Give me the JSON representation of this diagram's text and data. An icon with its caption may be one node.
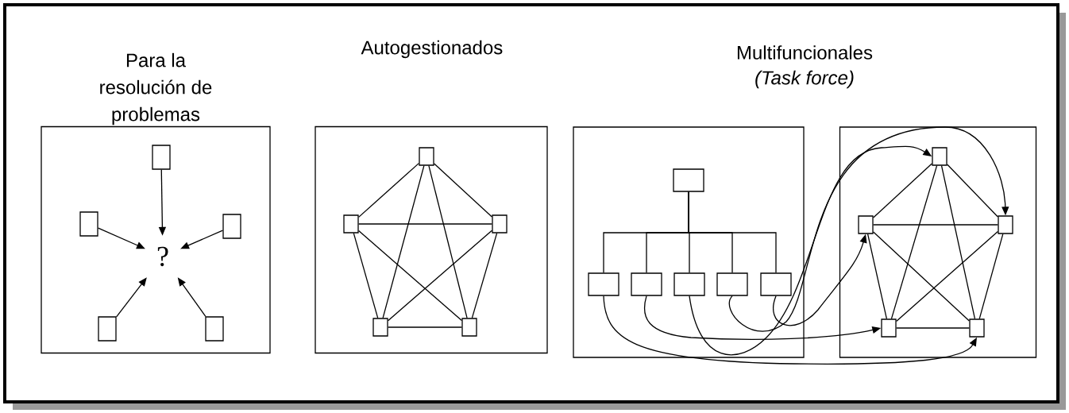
{
  "diagram": {
    "nodes": [
      {
        "text": [
          "Para la resolución de problemas"
        ]
      },
      {
        "text": [],
        "shape": "box",
        "in": 0
      },
      {
        "text": [],
        "shape": "box",
        "in": 0
      },
      {
        "text": [
          "?"
        ],
        "in": 0
      },
      {
        "text": [],
        "shape": "box",
        "in": 0
      },
      {
        "text": [],
        "shape": "box",
        "in": 0
      },
      {
        "text": [],
        "shape": "box",
        "in": 0
      },
      {
        "text": [
          "Autogestionados"
        ]
      },
      {
        "text": [],
        "shape": "box",
        "in": 7
      },
      {
        "text": [],
        "shape": "box",
        "in": 7
      },
      {
        "text": [],
        "shape": "box",
        "in": 7
      },
      {
        "text": [],
        "shape": "box",
        "in": 7
      },
      {
        "text": [],
        "shape": "box",
        "in": 7
      },
      {
        "text": [],
        "shape": "box"
      },
      {
        "text": [],
        "shape": "box",
        "in": 13
      },
      {
        "text": [],
        "shape": "box",
        "in": 13
      },
      {
        "text": [],
        "shape": "box",
        "in": 13
      },
      {
        "text": [],
        "shape": "box",
        "in": 13
      },
      {
        "text": [],
        "shape": "box",
        "in": 13
      },
      {
        "text": [],
        "shape": "box",
        "in": 13
      },
      {
        "text": [],
        "shape": "box"
      },
      {
        "text": [],
        "shape": "box",
        "in": 20
      },
      {
        "text": [],
        "shape": "box",
        "in": 20
      },
      {
        "text": [],
        "shape": "box",
        "in": 20
      },
      {
        "text": [],
        "shape": "box",
        "in": 20
      },
      {
        "text": [],
        "shape": "box",
        "in": 20
      }
    ],
    "edges": [
      {
        "from": 1,
        "to": 3,
        "arrow": "to"
      },
      {
        "from": 2,
        "to": 3,
        "arrow": "to"
      },
      {
        "from": 4,
        "to": 3,
        "arrow": "to"
      },
      {
        "from": 5,
        "to": 3,
        "arrow": "to"
      },
      {
        "from": 6,
        "to": 3,
        "arrow": "to"
      },
      {
        "from": 8,
        "to": 9,
        "arrow": "none"
      },
      {
        "from": 8,
        "to": 10,
        "arrow": "none"
      },
      {
        "from": 8,
        "to": 11,
        "arrow": "none"
      },
      {
        "from": 8,
        "to": 12,
        "arrow": "none"
      },
      {
        "from": 9,
        "to": 10,
        "arrow": "none"
      },
      {
        "from": 9,
        "to": 11,
        "arrow": "none"
      },
      {
        "from": 9,
        "to": 12,
        "arrow": "none"
      },
      {
        "from": 10,
        "to": 11,
        "arrow": "none"
      },
      {
        "from": 10,
        "to": 12,
        "arrow": "none"
      },
      {
        "from": 11,
        "to": 12,
        "arrow": "none"
      },
      {
        "from": 14,
        "to": 15,
        "arrow": "none"
      },
      {
        "from": 14,
        "to": 16,
        "arrow": "none"
      },
      {
        "from": 14,
        "to": 17,
        "arrow": "none"
      },
      {
        "from": 14,
        "to": 18,
        "arrow": "none"
      },
      {
        "from": 14,
        "to": 19,
        "arrow": "none"
      },
      {
        "from": 21,
        "to": 22,
        "arrow": "none"
      },
      {
        "from": 21,
        "to": 23,
        "arrow": "none"
      },
      {
        "from": 21,
        "to": 24,
        "arrow": "none"
      },
      {
        "from": 21,
        "to": 25,
        "arrow": "none"
      },
      {
        "from": 22,
        "to": 23,
        "arrow": "none"
      },
      {
        "from": 22,
        "to": 24,
        "arrow": "none"
      },
      {
        "from": 22,
        "to": 25,
        "arrow": "none"
      },
      {
        "from": 23,
        "to": 24,
        "arrow": "none"
      },
      {
        "from": 23,
        "to": 25,
        "arrow": "none"
      },
      {
        "from": 24,
        "to": 25,
        "arrow": "none"
      },
      {
        "from": 15,
        "to": 25,
        "arrow": "to"
      },
      {
        "from": 16,
        "to": 24,
        "arrow": "to"
      },
      {
        "from": 17,
        "to": 21,
        "arrow": "to"
      },
      {
        "from": 18,
        "to": 23,
        "arrow": "to"
      },
      {
        "from": 19,
        "to": 22,
        "arrow": "to"
      }
    ],
    "labels": [
      "Multifuncionales",
      "(Task force)"
    ]
  }
}
